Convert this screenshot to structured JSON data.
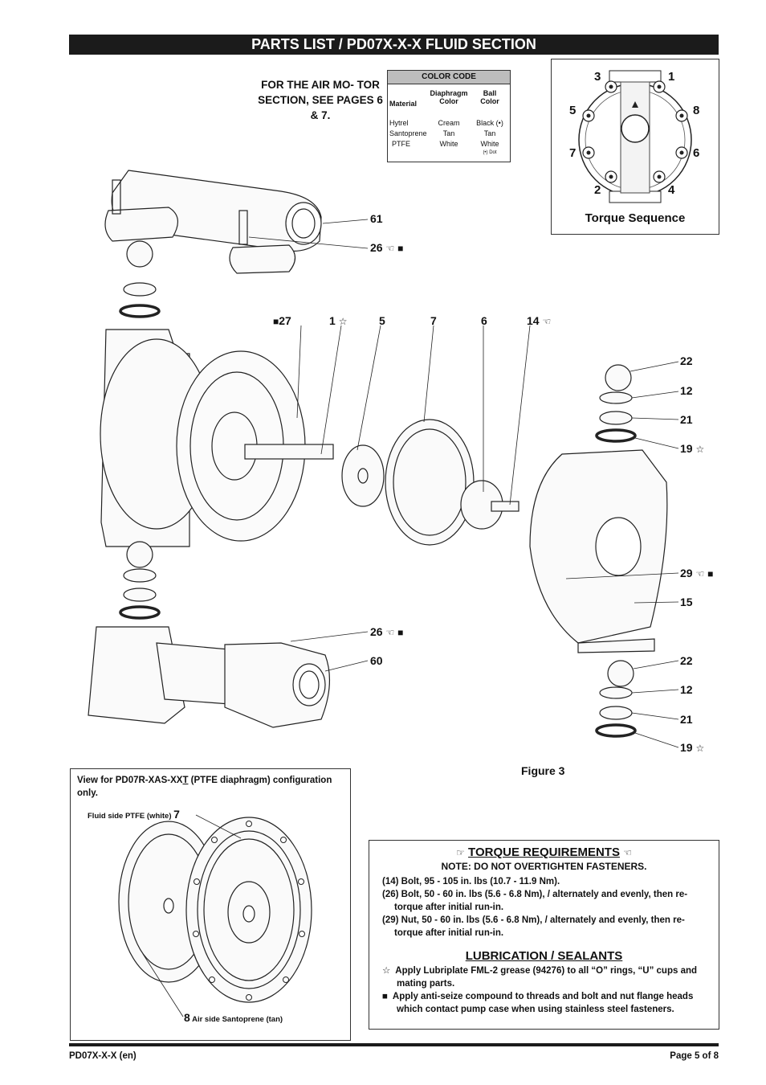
{
  "title": "PARTS LIST / PD07X-X-X FLUID SECTION",
  "air_motor_note": "FOR THE AIR MO- TOR SECTION, SEE PAGES 6 & 7.",
  "color_code": {
    "heading": "COLOR CODE",
    "col_material": "Material",
    "col_diaphragm": "Diaphragm Color",
    "col_ball": "Ball Color",
    "rows": [
      {
        "material": "Hytrel",
        "diaphragm": "Cream",
        "ball": "Black (•)"
      },
      {
        "material": "Santoprene",
        "diaphragm": "Tan",
        "ball": "Tan"
      },
      {
        "material": "PTFE",
        "diaphragm": "White",
        "ball": "White"
      }
    ],
    "dot_note": "(•) Dot"
  },
  "torque_sequence": {
    "label": "Torque Sequence",
    "bolts": [
      "3",
      "1",
      "5",
      "8",
      "7",
      "6",
      "2",
      "4"
    ]
  },
  "callouts": {
    "c61": "61",
    "c26a": "26",
    "c27": "27",
    "c1": "1",
    "c5": "5",
    "c7": "7",
    "c6": "6",
    "c14": "14",
    "c22a": "22",
    "c12a": "12",
    "c21a": "21",
    "c19a": "19",
    "c29": "29",
    "c15": "15",
    "c26b": "26",
    "c60": "60",
    "c22b": "22",
    "c12b": "12",
    "c21b": "21",
    "c19b": "19"
  },
  "figure_label": "Figure 3",
  "ptfe_view": {
    "title_pre": "View for PD07R-XAS-XX",
    "title_ul": "T",
    "title_post": " (PTFE diaphragm) configuration only.",
    "fluid_side_label": "Fluid side PTFE (white)",
    "fluid_side_num": "7",
    "air_side_num": "8",
    "air_side_label": "Air side Santoprene (tan)"
  },
  "torque_requirements": {
    "heading": "TORQUE REQUIREMENTS",
    "note": "NOTE: DO NOT OVERTIGHTEN FASTENERS.",
    "items": [
      "(14) Bolt, 95 - 105 in. lbs (10.7 - 11.9 Nm).",
      "(26) Bolt, 50 - 60 in. lbs (5.6 - 6.8 Nm), / alternately and evenly, then re-torque after initial run-in.",
      "(29) Nut, 50 - 60 in. lbs (5.6 - 6.8 Nm), / alternately and evenly, then re-torque after initial run-in."
    ]
  },
  "lubrication": {
    "heading": "LUBRICATION / SEALANTS",
    "items": [
      {
        "symbol": "☆",
        "text": "Apply Lubriplate FML-2 grease (94276) to all “O” rings, “U” cups and mating parts."
      },
      {
        "symbol": "■",
        "text": "Apply anti-seize compound to threads and bolt and nut flange heads which contact pump case when using stainless steel fasteners."
      }
    ]
  },
  "symbols": {
    "torque": "☜",
    "grease": "☆",
    "antiseize": "■",
    "hand_right": "☞"
  },
  "footer": {
    "left": "PD07X-X-X (en)",
    "right": "Page 5 of 8"
  }
}
